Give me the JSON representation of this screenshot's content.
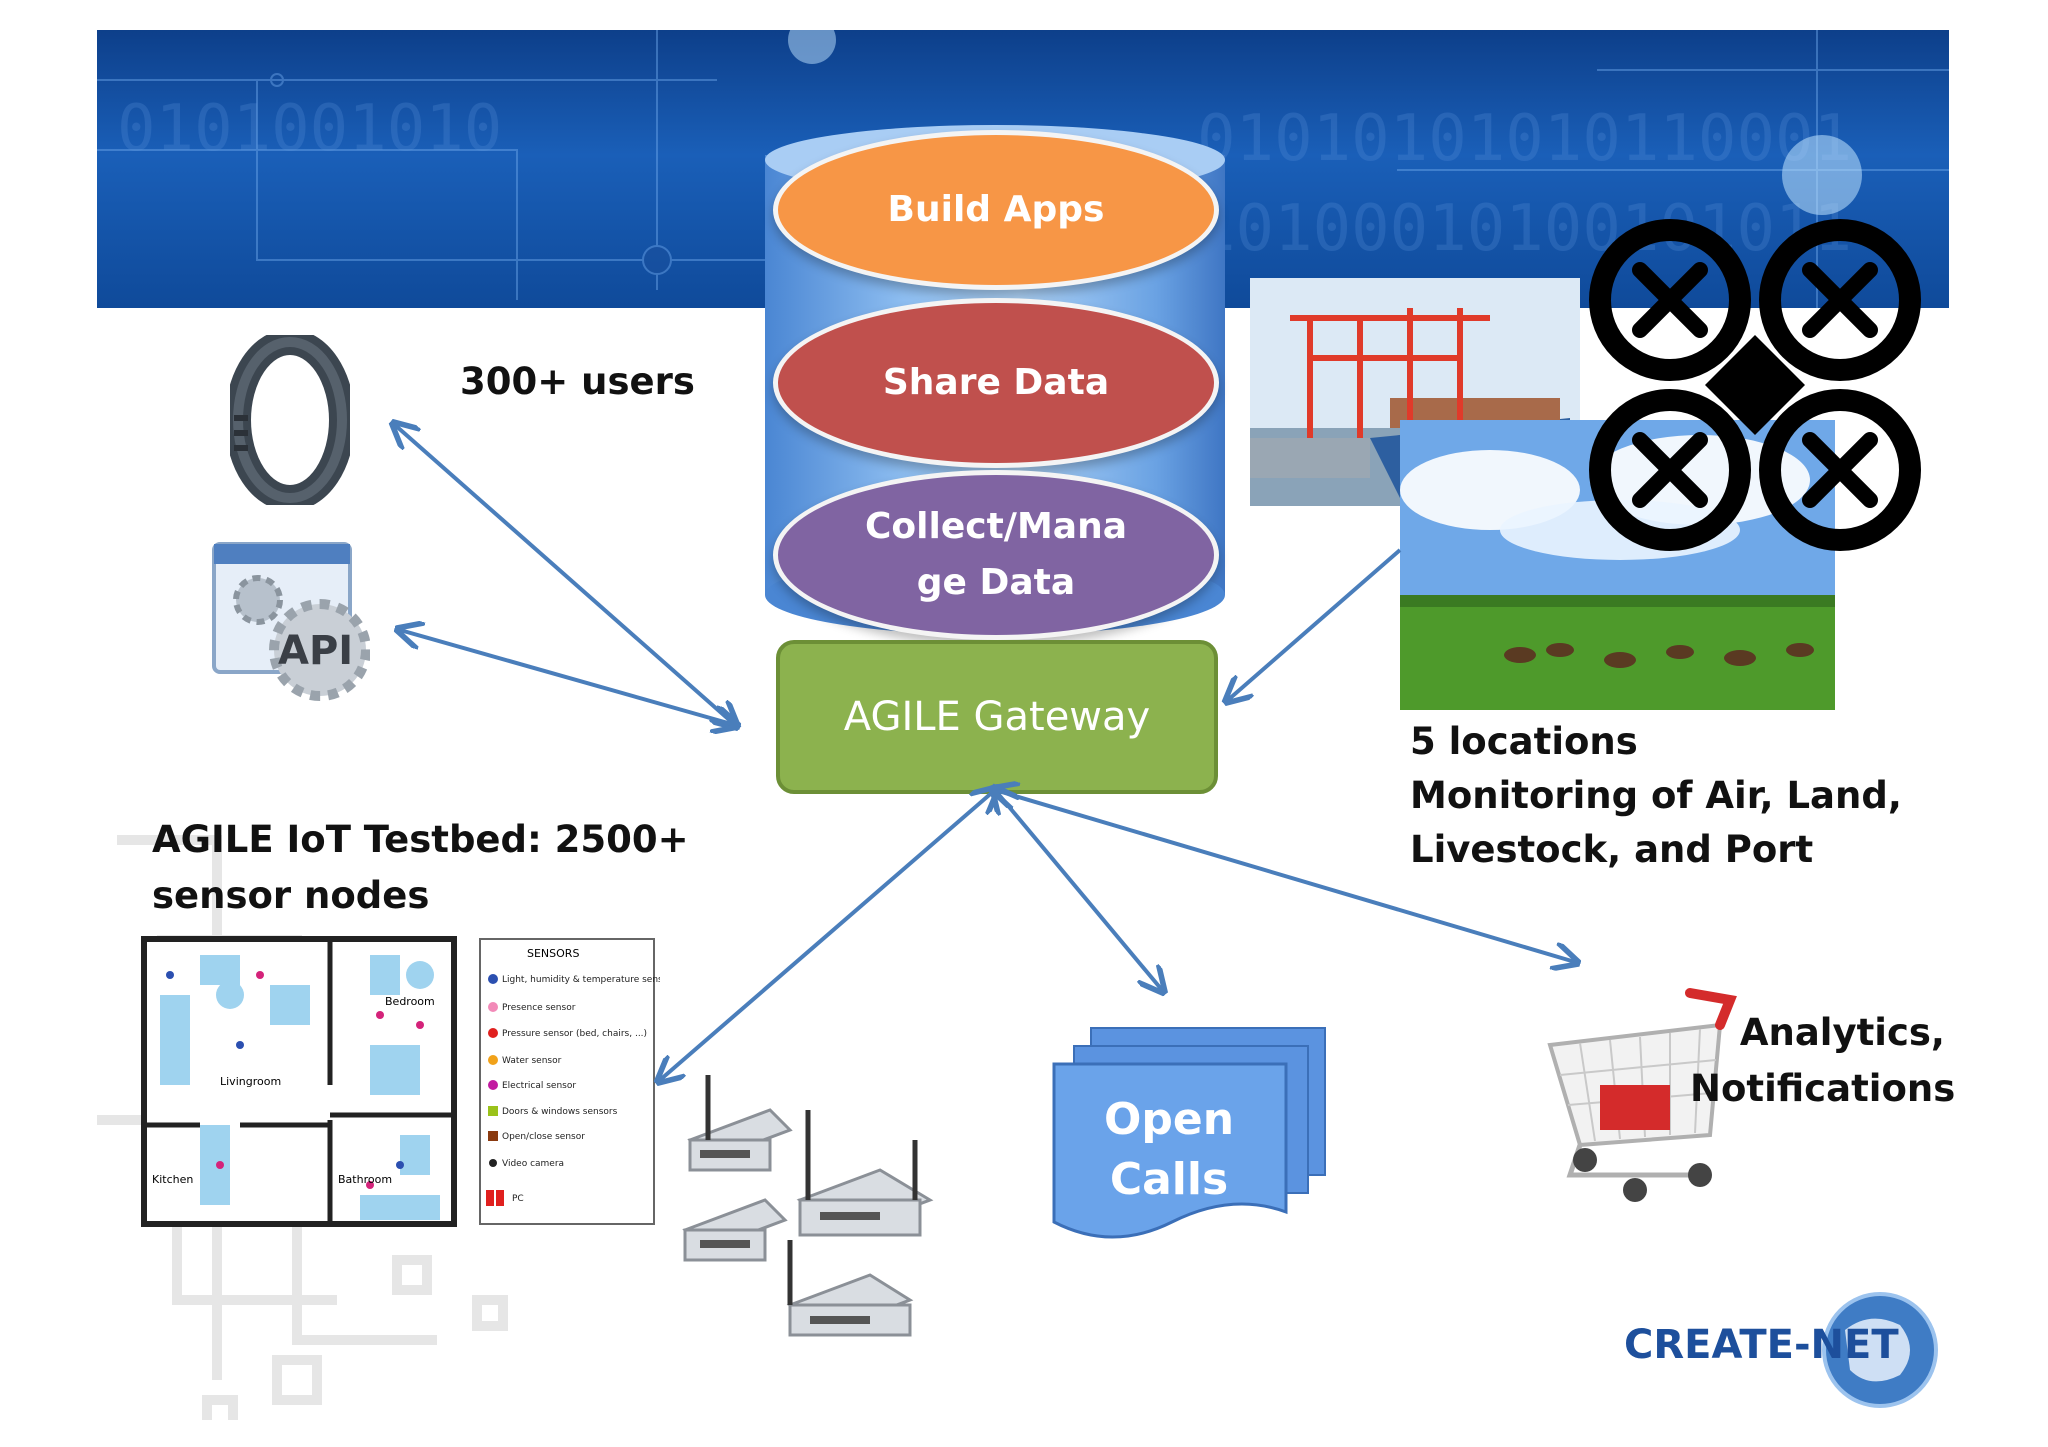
{
  "center_stack": {
    "layer_top": "Build Apps",
    "layer_middle": "Share Data",
    "layer_bottom": "Collect/Mana\nge Data",
    "gateway": "AGILE Gateway"
  },
  "labels": {
    "users": "300+ users",
    "testbed": "AGILE IoT Testbed: 2500+ sensor nodes",
    "locations_line1": "5 locations",
    "locations_line2": "Monitoring of Air, Land,",
    "locations_line3": "Livestock, and Port",
    "analytics_line1": "Analytics,",
    "analytics_line2": "Notifications",
    "open_calls": "Open Calls",
    "api": "API"
  },
  "floorplan": {
    "rooms": [
      "Bedroom",
      "Livingroom",
      "Kitchen",
      "Bathroom"
    ],
    "legend_title": "SENSORS",
    "legend_items": [
      "Light, humidity & temperature sensors",
      "Presence sensor",
      "Pressure sensor (bed, chairs, ...)",
      "Water sensor",
      "Electrical sensor",
      "Doors & windows sensors",
      "Open/close sensor",
      "Video camera",
      "PC"
    ]
  },
  "logo": {
    "text": "CREATE-NET"
  },
  "colors": {
    "build_apps": "#f79646",
    "share_data": "#c0504d",
    "collect_data": "#8064a2",
    "gateway": "#8cb24e",
    "arrow": "#4a7ebb"
  },
  "icons": [
    "fitness-band-icon",
    "api-gears-icon",
    "drone-icon",
    "shopping-cart-icon",
    "wireless-router-icon",
    "globe-icon"
  ]
}
